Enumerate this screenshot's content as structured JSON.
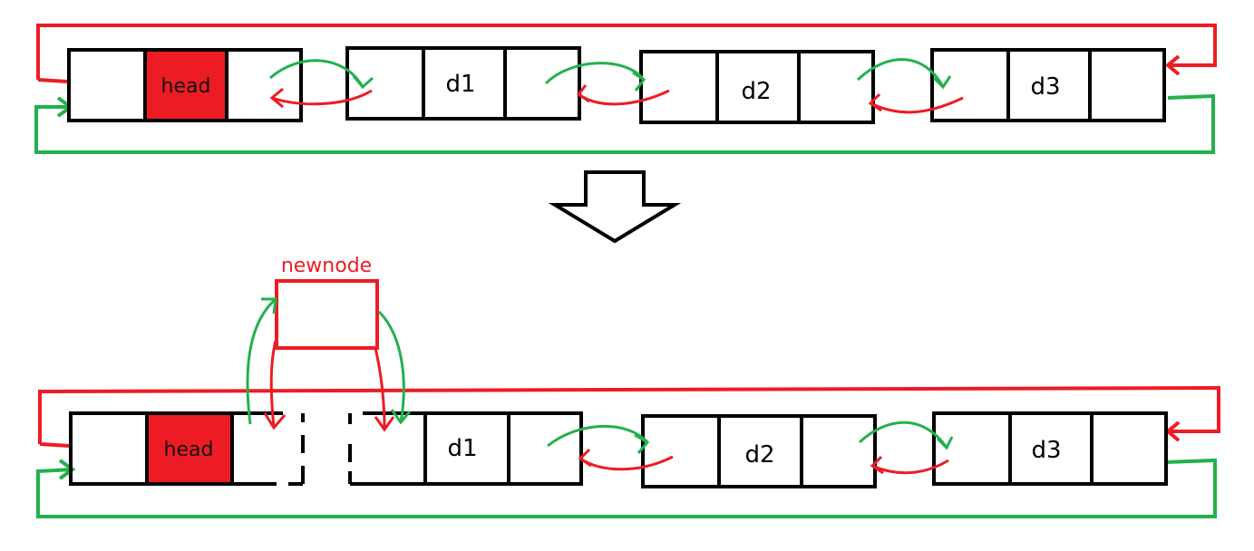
{
  "diagram": {
    "colors": {
      "prev_link": "#ed1c24",
      "next_link": "#22b14c",
      "head_fill": "#ed1c24",
      "box_stroke": "#000000",
      "new_node_stroke": "#ed1c24"
    },
    "before": {
      "head_label": "head",
      "nodes": [
        "d1",
        "d2",
        "d3"
      ]
    },
    "transition_icon": "down-arrow-icon",
    "after": {
      "new_node_label": "newnode",
      "head_label": "head",
      "nodes": [
        "d1",
        "d2",
        "d3"
      ]
    }
  }
}
